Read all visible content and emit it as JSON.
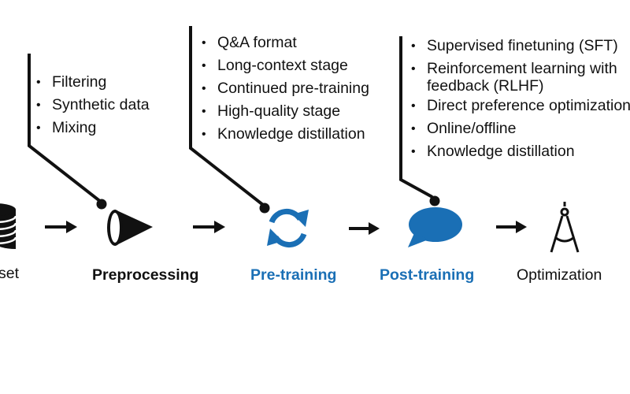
{
  "colors": {
    "accent": "#1a6fb5",
    "ink": "#111111"
  },
  "stages": {
    "dataset": {
      "label": "set",
      "icon": "database-icon"
    },
    "preprocessing": {
      "label": "Preprocessing",
      "icon": "cone-icon",
      "bullets": [
        "Filtering",
        "Synthetic data",
        "Mixing"
      ]
    },
    "pretraining": {
      "label": "Pre-training",
      "icon": "refresh-cycle-icon",
      "bullets": [
        "Q&A format",
        "Long-context stage",
        "Continued pre-training",
        "High-quality stage",
        "Knowledge distillation"
      ]
    },
    "posttraining": {
      "label": "Post-training",
      "icon": "speech-bubble-icon",
      "bullets": [
        {
          "line1": "Supervised finetuning (SFT)"
        },
        {
          "line1": "Reinforcement learning with",
          "line2": "feedback (RLHF)"
        },
        {
          "line1": "Direct preference optimization"
        },
        {
          "line1": "Online/offline"
        },
        {
          "line1": "Knowledge distillation"
        }
      ]
    },
    "optimization": {
      "label": "Optimization",
      "icon": "compass-icon"
    }
  }
}
